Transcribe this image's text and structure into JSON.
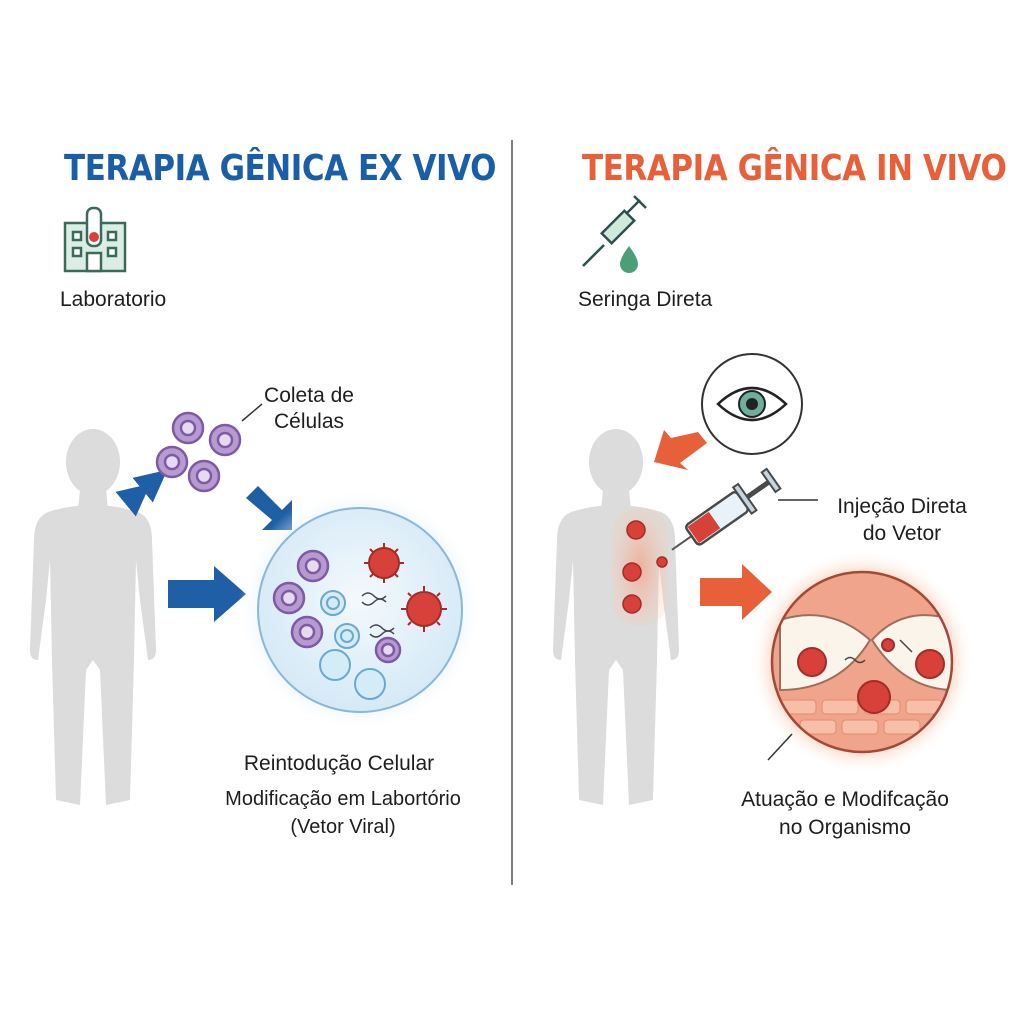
{
  "left": {
    "title": "TERAPIA GÊNICA EX VIVO",
    "title_color": "#1a5ea8",
    "icon_label": "Laboratorio",
    "collect_label_1": "Coleta de",
    "collect_label_2": "Células",
    "reintro_label": "Reintodução Celular",
    "mod_label_1": "Modificação em Labortório",
    "mod_label_2": "(Vetor Viral)",
    "icons": [
      "laboratory-building-icon",
      "cell-icon",
      "virus-icon",
      "dna-vector-icon"
    ]
  },
  "right": {
    "title": "TERAPIA GÊNICA IN VIVO",
    "title_color": "#e8603a",
    "icon_label": "Seringa Direta",
    "inject_label_1": "Injeção Direta",
    "inject_label_2": "do Vetor",
    "action_label_1": "Atuação e Modifcação",
    "action_label_2": "no Organismo",
    "icons": [
      "syringe-icon",
      "droplet-icon",
      "eye-icon",
      "virus-icon"
    ]
  },
  "colors": {
    "blue_arrow": "#1f5fa6",
    "orange_arrow": "#e8603a",
    "virus": "#d8413a",
    "cell_purple": "#a98bc4",
    "body": "#dcdcdc"
  }
}
